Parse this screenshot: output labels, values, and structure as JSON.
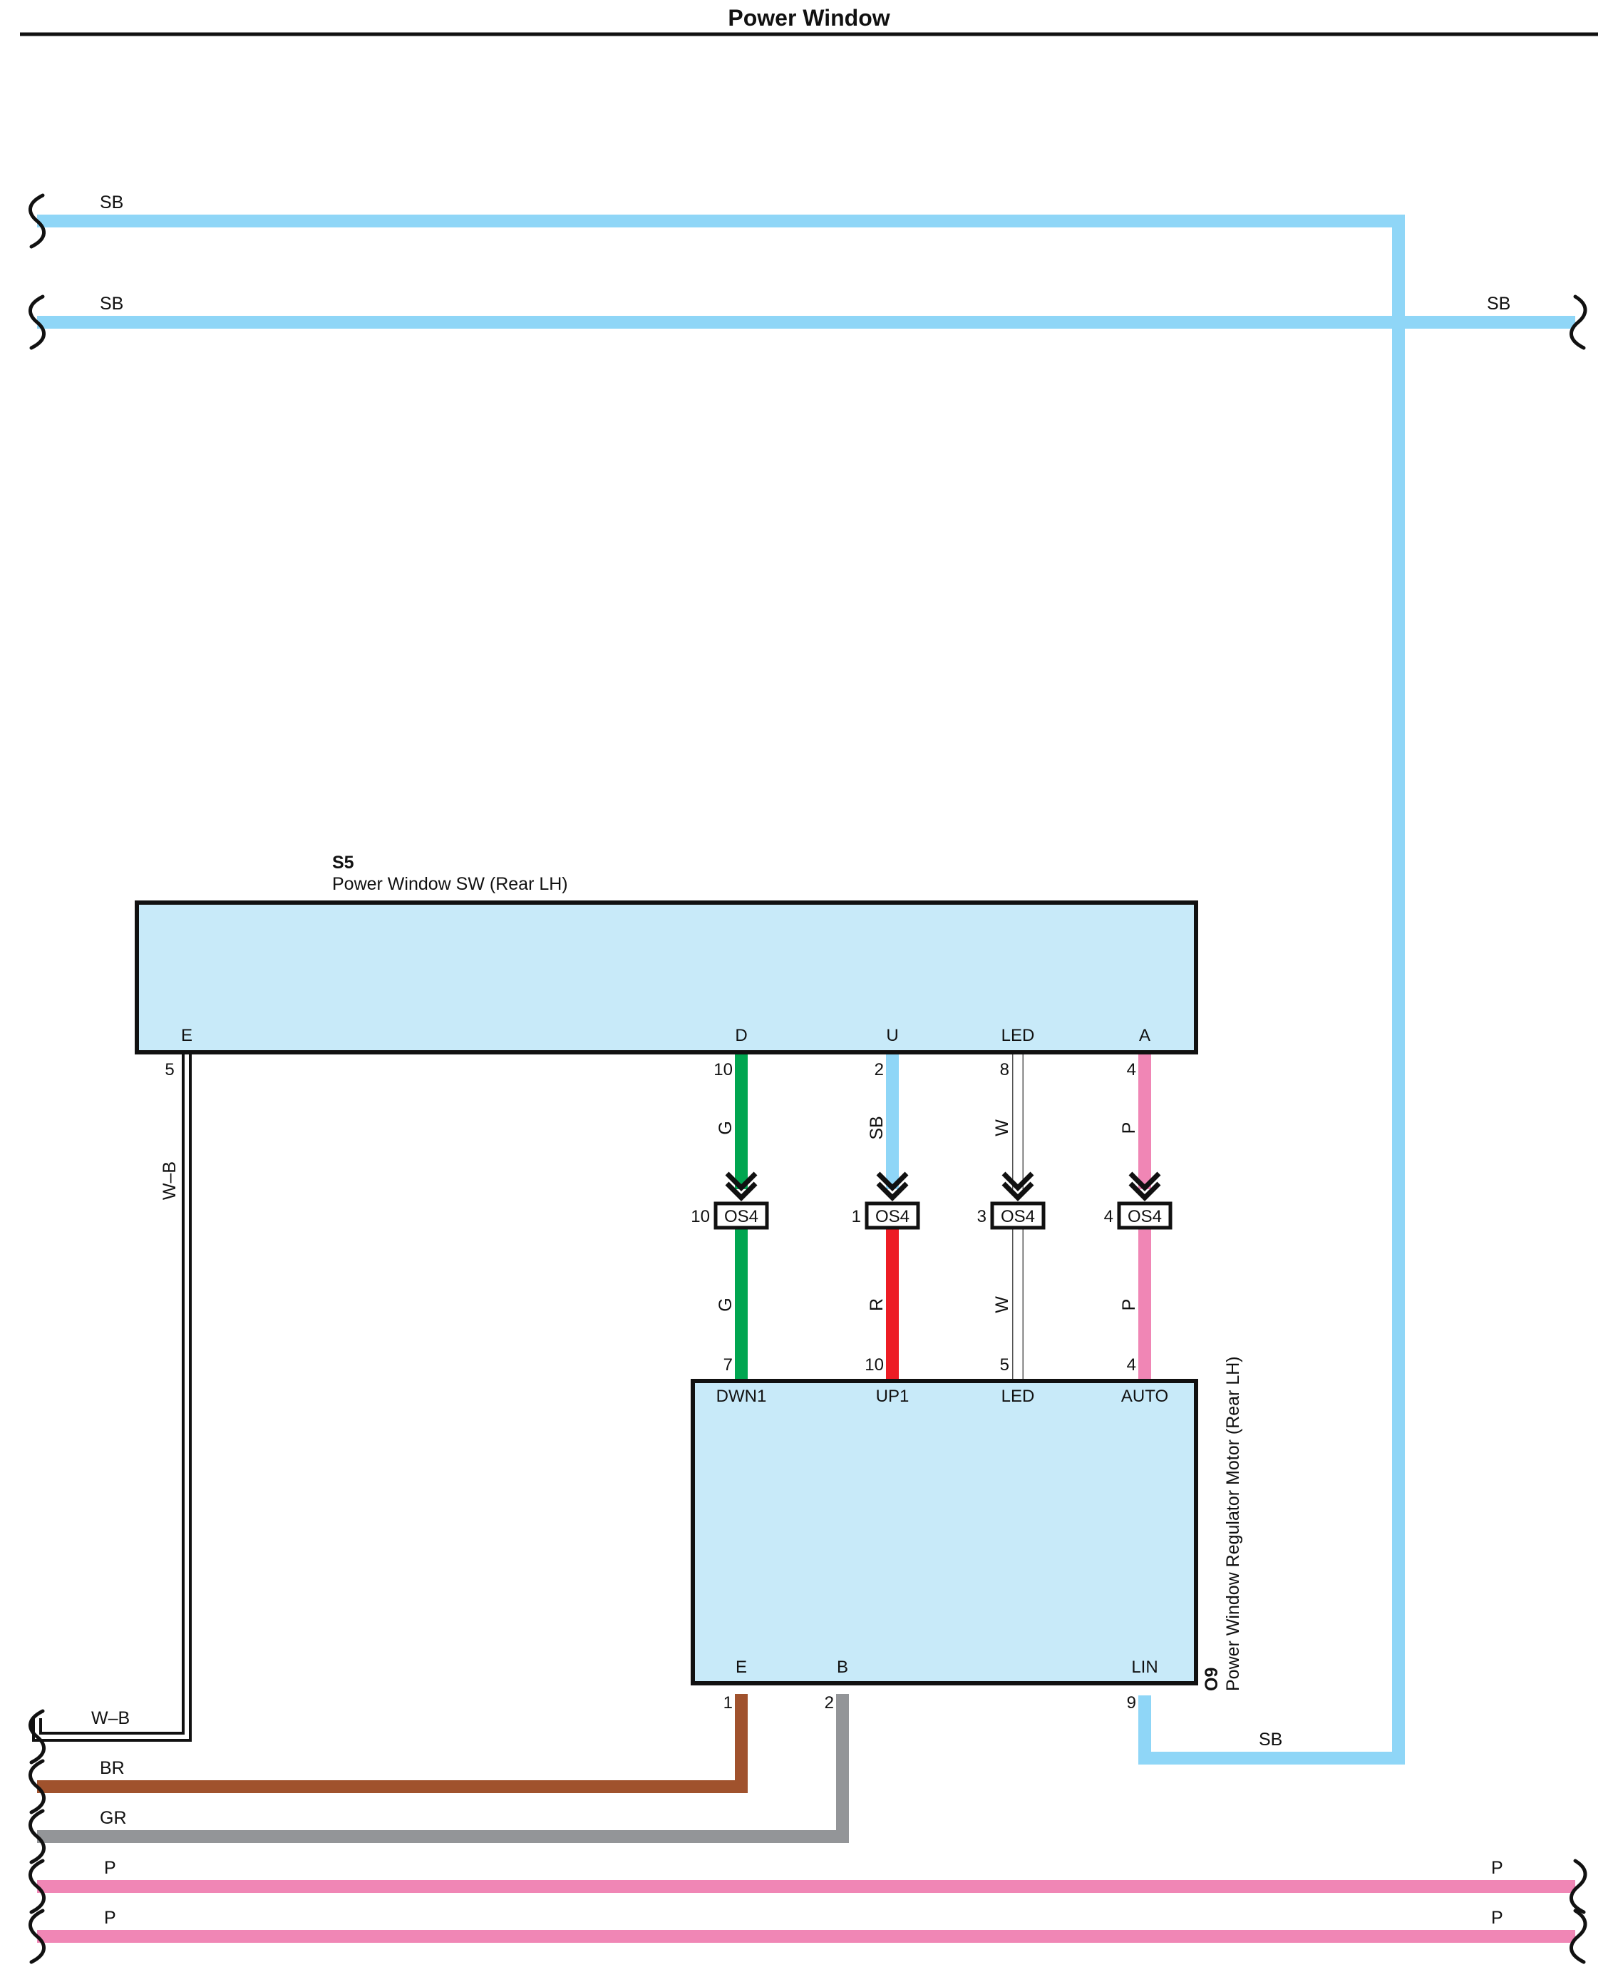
{
  "title": "Power Window",
  "colors": {
    "SB": "#8fd6f7",
    "G": "#00a650",
    "R": "#ed1c24",
    "P": "#f086b5",
    "BR": "#a0522d",
    "GR": "#939598",
    "box_fill": "#c8eaf9",
    "outline": "#111111"
  },
  "switch": {
    "code": "S5",
    "name": "Power Window SW (Rear LH)",
    "pins": [
      {
        "label": "E",
        "num": "5",
        "wire": "W–B"
      },
      {
        "label": "D",
        "num": "10",
        "wire": "G"
      },
      {
        "label": "U",
        "num": "2",
        "wire": "SB"
      },
      {
        "label": "LED",
        "num": "8",
        "wire": "W"
      },
      {
        "label": "A",
        "num": "4",
        "wire": "P"
      }
    ]
  },
  "connector": {
    "name": "OS4",
    "pins": [
      {
        "num": "10",
        "wire_out": "G"
      },
      {
        "num": "1",
        "wire_out": "R"
      },
      {
        "num": "3",
        "wire_out": "W"
      },
      {
        "num": "4",
        "wire_out": "P"
      }
    ]
  },
  "motor": {
    "code": "O9",
    "name": "Power Window Regulator Motor (Rear LH)",
    "top_pins": [
      {
        "label": "DWN1",
        "num": "7"
      },
      {
        "label": "UP1",
        "num": "10"
      },
      {
        "label": "LED",
        "num": "5"
      },
      {
        "label": "AUTO",
        "num": "4"
      }
    ],
    "bottom_pins": [
      {
        "label": "E",
        "num": "1"
      },
      {
        "label": "B",
        "num": "2"
      },
      {
        "label": "LIN",
        "num": "9"
      }
    ]
  },
  "wires": {
    "sb_top": "SB",
    "sb_second_left": "SB",
    "sb_second_right": "SB",
    "sb_lin": "SB",
    "wb_left": "W–B",
    "br_left": "BR",
    "gr_left": "GR",
    "p1_left": "P",
    "p1_right": "P",
    "p2_left": "P",
    "p2_right": "P"
  }
}
